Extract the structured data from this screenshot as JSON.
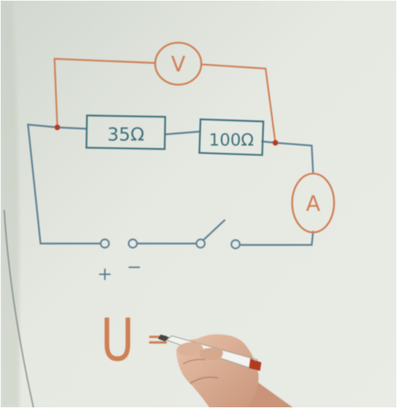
{
  "photo": {
    "subject": "whiteboard-circuit-sketch",
    "colors": {
      "board_light": "#e8ebe4",
      "board_mid": "#dde1d8",
      "board_shadow": "#c9cec4",
      "wire_blue": "#5c7f93",
      "wire_teal": "#3e6f7a",
      "marker_orange": "#cf7f55",
      "marker_red": "#b33b1e",
      "skin": "#d9ad92",
      "skin_shadow": "#b88670",
      "frame_edge": "#6f7a75"
    },
    "circuit": {
      "resistor_1_label": "35Ω",
      "resistor_2_label": "100Ω",
      "voltmeter_label": "V",
      "ammeter_label": "A",
      "plus_label": "+",
      "minus_label": "−",
      "voltage_symbol": "U",
      "equals_symbol": "="
    }
  }
}
